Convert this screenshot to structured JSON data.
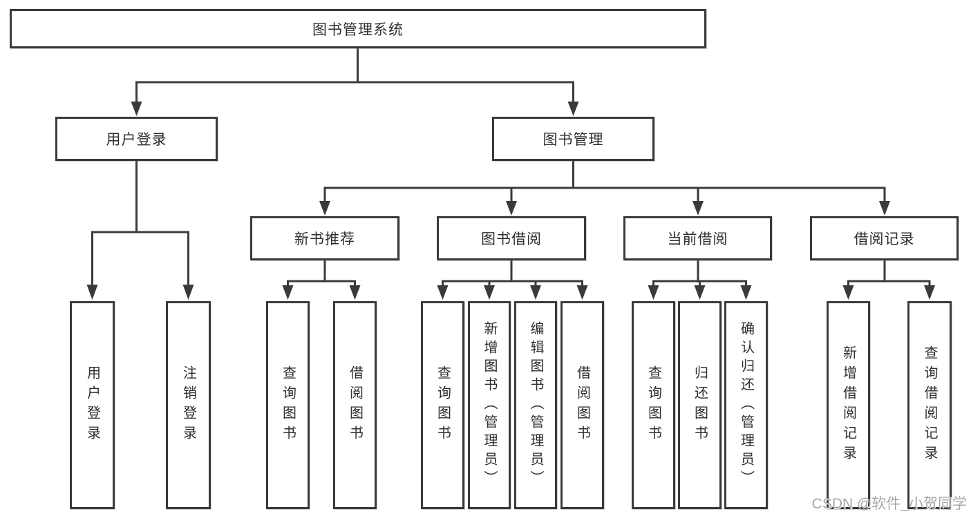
{
  "diagram_title": "图书管理系统",
  "nodes": {
    "root": "图书管理系统",
    "userLogin": "用户登录",
    "bookManagement": "图书管理",
    "newBookRecommend": "新书推荐",
    "bookBorrow": "图书借阅",
    "currentBorrow": "当前借阅",
    "borrowRecord": "借阅记录"
  },
  "leaves": [
    "用户登录",
    "注销登录",
    "查询图书",
    "借阅图书",
    "查询图书",
    "新增图书（管理员）",
    "编辑图书（管理员）",
    "借阅图书",
    "查询图书",
    "归还图书",
    "确认归还（管理员）",
    "新增借阅记录",
    "查询借阅记录"
  ],
  "watermark": "CSDN @软件_小贺同学",
  "colors": {
    "line": "#3a3a3a",
    "text": "#2f2f2f",
    "box_background": "#ffffff",
    "watermark": "#a6a6a6"
  }
}
